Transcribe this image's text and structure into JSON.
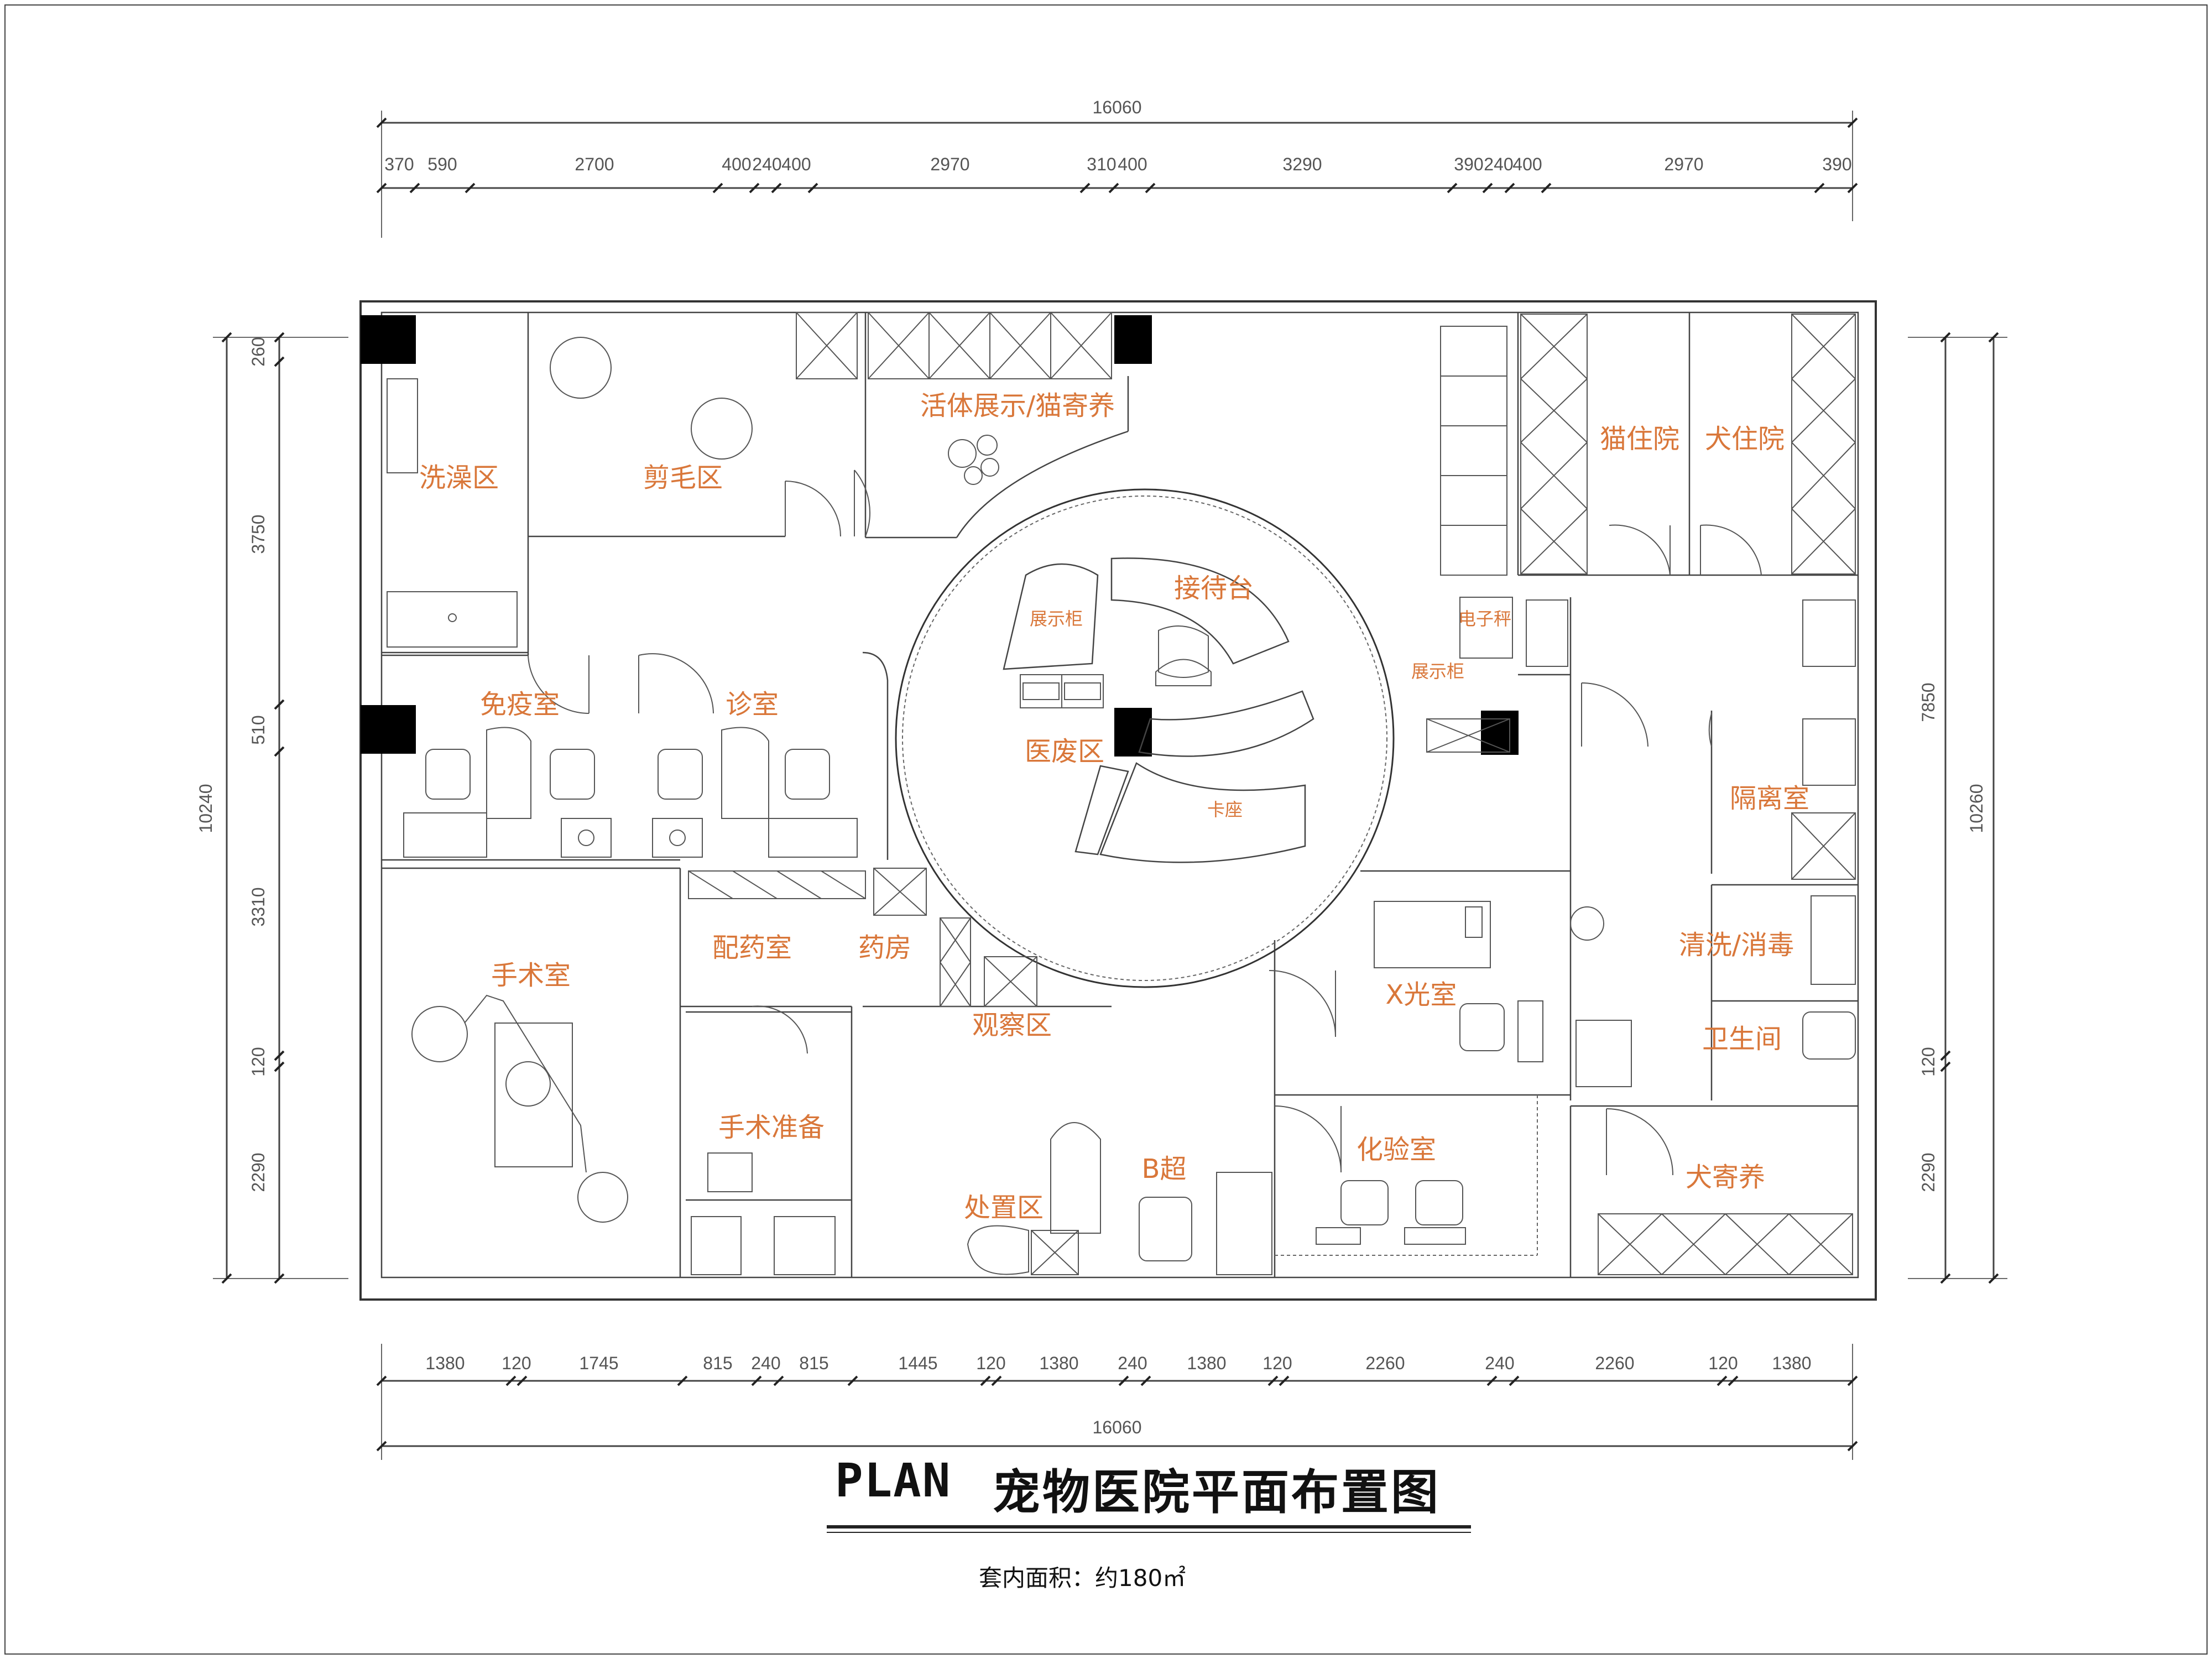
{
  "drawing": {
    "plan_label": "PLAN",
    "title": "宠物医院平面布置图",
    "area_note": "套内面积：约180㎡"
  },
  "rooms": {
    "bath": "洗澡区",
    "grooming": "剪毛区",
    "display_boarding": "活体展示/猫寄养",
    "reception": "接待台",
    "display_cabinet_1": "展示柜",
    "display_cabinet_2": "展示柜",
    "electronic_scale": "电子秤",
    "cat_ward": "猫住院",
    "dog_ward": "犬住院",
    "vaccine": "免疫室",
    "consult": "诊室",
    "medical_waste": "医废区",
    "booth_seat": "卡座",
    "isolation": "隔离室",
    "surgery": "手术室",
    "dispensing": "配药室",
    "pharmacy": "药房",
    "observation": "观察区",
    "xray": "X光室",
    "wash_disinfect": "清洗/消毒",
    "toilet": "卫生间",
    "surgery_prep": "手术准备",
    "b_ultrasound": "B超",
    "treatment": "处置区",
    "lab": "化验室",
    "dog_boarding": "犬寄养"
  },
  "dimensions": {
    "top_total": "16060",
    "top_segments": [
      "370",
      "590",
      "2700",
      "400",
      "240",
      "400",
      "2970",
      "310",
      "400",
      "3290",
      "390",
      "240",
      "400",
      "2970",
      "390"
    ],
    "bottom_segments": [
      "1380",
      "120",
      "1745",
      "815",
      "240",
      "815",
      "1445",
      "120",
      "1380",
      "240",
      "1380",
      "120",
      "2260",
      "240",
      "2260",
      "120",
      "1380"
    ],
    "bottom_total": "16060",
    "left_total": "10240",
    "left_segments": [
      "260",
      "3750",
      "510",
      "3310",
      "120",
      "2290"
    ],
    "right_total": "10260",
    "right_segment_main": "7850",
    "right_segments": [
      "120",
      "2290"
    ]
  }
}
